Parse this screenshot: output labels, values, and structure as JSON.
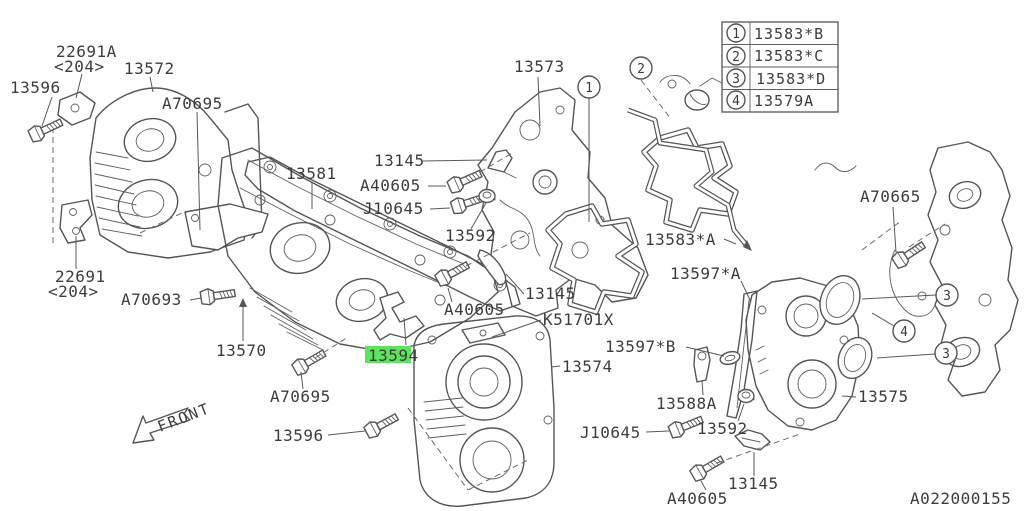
{
  "diagram": {
    "line_color": "#555555",
    "highlight": {
      "color": "#5fe35f",
      "highlighted_part": "13594"
    },
    "footer": {
      "code": "A022000155"
    },
    "front": {
      "label": "FRONT"
    },
    "callouts": {
      "c1": "1",
      "c2": "2",
      "c3": "3",
      "c4": "4"
    },
    "legend": {
      "rows": [
        {
          "num": "1",
          "code": "13583*B"
        },
        {
          "num": "2",
          "code": "13583*C"
        },
        {
          "num": "3",
          "code": "13583*D"
        },
        {
          "num": "4",
          "code": "13579A"
        }
      ]
    },
    "labels": {
      "t13596_top": "13596",
      "t22691a": "22691A",
      "t204_top": "<204>",
      "t13572": "13572",
      "ta70695_top": "A70695",
      "t13573": "13573",
      "t13145_a": "13145",
      "ta40605_a": "A40605",
      "tj10645_a": "J10645",
      "t13581": "13581",
      "t13592_a": "13592",
      "t13583a": "13583*A",
      "t13597a": "13597*A",
      "ta70665": "A70665",
      "t13145_b": "13145",
      "ta40605_b": "A40605",
      "tk51701x": "K51701X",
      "t13597b": "13597*B",
      "t13574": "13574",
      "t13594": "13594",
      "t13570": "13570",
      "ta70693": "A70693",
      "t22691": "22691",
      "t204_bot": "<204>",
      "ta70695_bot": "A70695",
      "t13596_bot": "13596",
      "t13588a": "13588A",
      "tj10645_b": "J10645",
      "t13592_b": "13592",
      "t13575": "13575",
      "t13145_c": "13145",
      "ta40605_c": "A40605"
    }
  }
}
